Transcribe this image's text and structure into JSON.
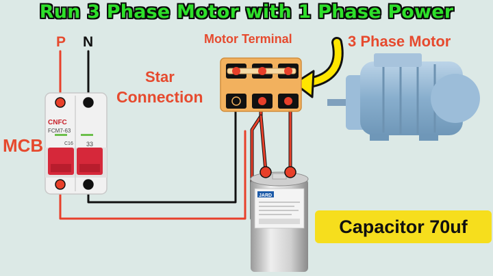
{
  "title": "Run 3 Phase Motor with 1 Phase Power",
  "labels": {
    "phase": "P",
    "neutral": "N",
    "mcb": "MCB",
    "star_line1": "Star",
    "star_line2": "Connection",
    "motor_terminal": "Motor Terminal",
    "three_phase_motor": "3 Phase Motor",
    "capacitor": "Capacitor 70uf"
  },
  "mcb": {
    "brand": "CNFC",
    "model": "FCM7-63",
    "rating": "C16",
    "pole_number": "33"
  },
  "capacitor_body": {
    "brand": "JARD"
  },
  "colors": {
    "title_green": "#2ee02a",
    "label_red": "#e64a2e",
    "wire_red": "#e8402a",
    "wire_black": "#111111",
    "terminal_box": "#f2b15e",
    "motor_blue": "#8fb4d2",
    "arrow_yellow": "#ffe600",
    "capacitor_tag": "#f6de1d"
  }
}
